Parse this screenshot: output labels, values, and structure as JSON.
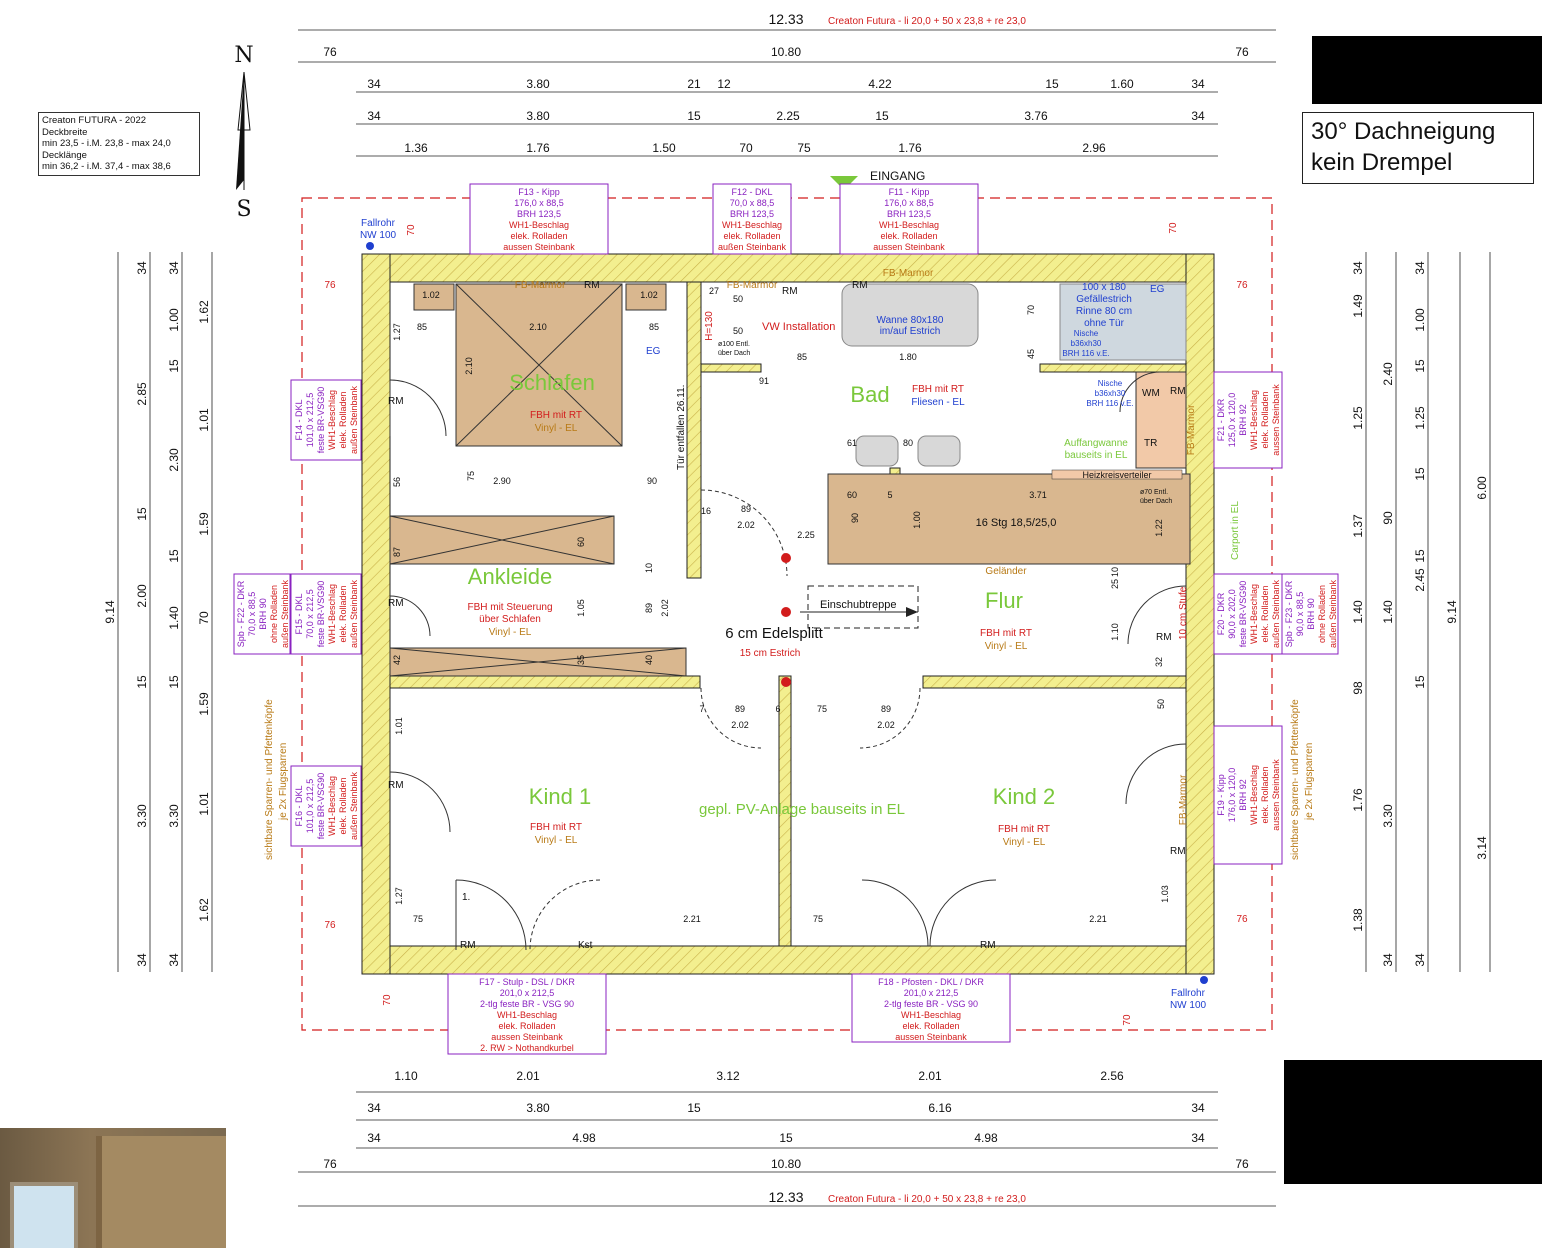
{
  "compass": {
    "north": "N",
    "south": "S"
  },
  "info_box": {
    "l1": "Creaton FUTURA - 2022",
    "l2": "Deckbreite",
    "l3": "min 23,5 - i.M. 23,8 - max 24,0",
    "l4": "Decklänge",
    "l5": "min 36,2 - i.M. 37,4 - max 38,6"
  },
  "roof_note": {
    "l1": "30° Dachneigung",
    "l2": "kein Drempel"
  },
  "top_dims": {
    "total": "12.33",
    "creaton": "Creaton Futura - li 20,0 + 50 x 23,8 + re 23,0",
    "r1": [
      "76",
      "10.80",
      "76"
    ],
    "r2": [
      "34",
      "3.80",
      "21",
      "12",
      "4.22",
      "15",
      "1.60",
      "34"
    ],
    "r3": [
      "34",
      "3.80",
      "15",
      "2.25",
      "15",
      "3.76",
      "34"
    ],
    "r4": [
      "1.36",
      "1.76",
      "1.50",
      "70",
      "75",
      "1.76",
      "2.96"
    ]
  },
  "bottom_dims": {
    "r1": [
      "1.10",
      "2.01",
      "3.12",
      "2.01",
      "2.56"
    ],
    "r2": [
      "34",
      "3.80",
      "15",
      "6.16",
      "34"
    ],
    "r3": [
      "34",
      "4.98",
      "15",
      "4.98",
      "34"
    ],
    "r4": [
      "76",
      "10.80",
      "76"
    ],
    "total": "12.33",
    "creaton": "Creaton Futura - li 20,0 + 50 x 23,8 + re 23,0"
  },
  "left_dims": {
    "total": "9.14",
    "c1": [
      "34",
      "2.85",
      "15",
      "2.00",
      "15",
      "3.30",
      "34"
    ],
    "c2": [
      "34",
      "1.00",
      "15",
      "2.30",
      "15",
      "1.40",
      "15",
      "3.30",
      "34"
    ],
    "c3": [
      "1.62",
      "1.01",
      "1.59",
      "70",
      "1.59",
      "1.01",
      "1.62"
    ]
  },
  "right_dims": {
    "c1": [
      "34",
      "1.49",
      "2.40",
      "1.25",
      "1.37",
      "1.40",
      "98",
      "1.76",
      "1.38",
      "34"
    ],
    "c2": [
      "34",
      "1.00",
      "15",
      "1.25",
      "15",
      "90",
      "15",
      "1.40",
      "15",
      "3.30",
      "34"
    ],
    "c3": [
      "2.45",
      "9.14"
    ],
    "c4": [
      "6.00",
      "3.14"
    ]
  },
  "rooms": {
    "schlafen": {
      "name": "Schlafen",
      "heat": "FBH mit RT",
      "floor": "Vinyl - EL"
    },
    "bad": {
      "name": "Bad",
      "heat": "FBH mit RT",
      "floor": "Fliesen - EL"
    },
    "ankleide": {
      "name": "Ankleide",
      "heat1": "FBH mit Steuerung",
      "heat2": "über Schlafen",
      "floor": "Vinyl - EL"
    },
    "flur": {
      "name": "Flur",
      "heat": "FBH mit RT",
      "floor": "Vinyl - EL"
    },
    "kind1": {
      "name": "Kind 1",
      "heat": "FBH mit RT",
      "floor": "Vinyl - EL"
    },
    "kind2": {
      "name": "Kind 2",
      "heat": "FBH mit RT",
      "floor": "Vinyl - EL"
    }
  },
  "center_notes": {
    "edelsplitt": "6 cm Edelsplitt",
    "estrich": "15 cm Estrich",
    "pv": "gepl. PV-Anlage bauseits in EL",
    "einschub": "Einschubtreppe",
    "stairs": "16 Stg 18,5/25,0",
    "gelaender": "Geländer",
    "heizkreis": "Heizkreisverteiler",
    "eingang": "EINGANG",
    "vw": "VW Installation",
    "tuer": "Tür entfallen 26.11.",
    "stufe": "10 cm Stufe",
    "carport": "Carport in EL",
    "auffang1": "Auffangwanne",
    "auffang2": "bauseits in EL",
    "wanne1": "Wanne 80x180",
    "wanne2": "im/auf Estrich",
    "dusche": [
      "100 x 180",
      "Gefällestrich",
      "Rinne 80 cm",
      "ohne Tür"
    ],
    "nische1": [
      "Nische",
      "b36xh30",
      "BRH 116 v.E."
    ],
    "nische2": [
      "Nische",
      "b36xh30",
      "BRH 116 v.E."
    ],
    "ent1": [
      "ø100 Entl.",
      "über Dach"
    ],
    "ent2": [
      "ø70 Entl.",
      "über Dach"
    ],
    "sparren": "sichtbare Sparren- und Pfettenköpfe",
    "flugsparren": "je 2x Flugsparren",
    "fallrohr": [
      "Fallrohr",
      "NW 100"
    ],
    "fb_marmor": "FB-Marmor"
  },
  "windows": {
    "f13": [
      "F13 - Kipp",
      "176,0 x 88,5",
      "BRH 123,5",
      "WH1-Beschlag",
      "elek. Rolladen",
      "aussen Steinbank"
    ],
    "f12": [
      "F12 - DKL",
      "70,0 x 88,5",
      "BRH 123,5",
      "WH1-Beschlag",
      "elek. Rolladen",
      "außen Steinbank"
    ],
    "f11": [
      "F11 - Kipp",
      "176,0 x 88,5",
      "BRH 123,5",
      "WH1-Beschlag",
      "elek. Rolladen",
      "aussen Steinbank"
    ],
    "f17": [
      "F17 - Stulp - DSL / DKR",
      "201,0 x 212,5",
      "2-tlg feste BR - VSG 90",
      "WH1-Beschlag",
      "elek. Rolladen",
      "aussen Steinbank",
      "2. RW > Nothandkurbel"
    ],
    "f18": [
      "F18 - Pfosten - DKL / DKR",
      "201,0 x 212,5",
      "2-tlg feste BR - VSG 90",
      "WH1-Beschlag",
      "elek. Rolladen",
      "aussen Steinbank"
    ],
    "f14": [
      "F14 - DKL",
      "101,0 x 212,5",
      "feste BR-VSG90",
      "WH1-Beschlag",
      "elek. Rolladen",
      "außen Steinbank"
    ],
    "f15": [
      "F15 - DKL",
      "70,0 x 212,5",
      "feste BR-VSG90",
      "WH1-Beschlag",
      "elek. Rolladen",
      "außen Steinbank"
    ],
    "f22": [
      "Spb - F22 - DKR",
      "70,0 x 88,5",
      "BRH 90",
      "ohne Rolladen",
      "außen Steinbank"
    ],
    "f16": [
      "F16 - DKL",
      "101,0 x 212,5",
      "feste BR-VSG90",
      "WH1-Beschlag",
      "elek. Rolladen",
      "außen Steinbank"
    ],
    "f21": [
      "F21 - DKR",
      "125,0 x 120,0",
      "BRH 92",
      "WH1-Beschlag",
      "elek. Rolladen",
      "aussen Steinbank"
    ],
    "f20": [
      "F20 - DKR",
      "90,0 x 202,0",
      "feste BR-VSG90",
      "WH1-Beschlag",
      "elek. Rolladen",
      "außen Steinbank"
    ],
    "f23": [
      "Spb - F23 - DKR",
      "90,0 x 88,5",
      "BRH 90",
      "ohne Rolladen",
      "außen Steinbank"
    ],
    "f19": [
      "F19 - Kipp",
      "176,0 x 120,0",
      "BRH 92",
      "WH1-Beschlag",
      "elek. Rolladen",
      "aussen Steinbank"
    ]
  },
  "interior_dims": {
    "s1": [
      "1.02",
      "2.10",
      "1.02",
      "85",
      "85",
      "2.10",
      "1.27",
      "75",
      "2.90",
      "90",
      "56"
    ],
    "s2": [
      "27",
      "50",
      "50",
      "H=130",
      "85",
      "1.80",
      "91",
      "70",
      "45"
    ],
    "s3": [
      "61",
      "80",
      "60",
      "90",
      "5",
      "1.00",
      "3.71",
      "1.22",
      "10",
      "25"
    ],
    "s4": [
      "89",
      "2.02",
      "16",
      "2.25",
      "60",
      "87",
      "1.05",
      "35",
      "42",
      "89",
      "2.02",
      "40",
      "10",
      "1.10",
      "32"
    ],
    "s5": [
      "7",
      "89",
      "6",
      "75",
      "89",
      "2.02",
      "2.02",
      "50",
      "1.01",
      "1.27",
      "75",
      "2.21",
      "75",
      "2.21",
      "1.03"
    ],
    "marks": [
      "RM",
      "EG",
      "WM",
      "TR",
      "Kst",
      "1.",
      "70"
    ]
  },
  "colors": {
    "wall": "#f3ef8f",
    "wall_hatch": "#c9b24a",
    "room": "#7ac83b",
    "red": "#d21c1c",
    "purple": "#8a22c0",
    "blue": "#1f3fcf",
    "orange": "#b87a16",
    "furniture": "#d9b78f"
  }
}
